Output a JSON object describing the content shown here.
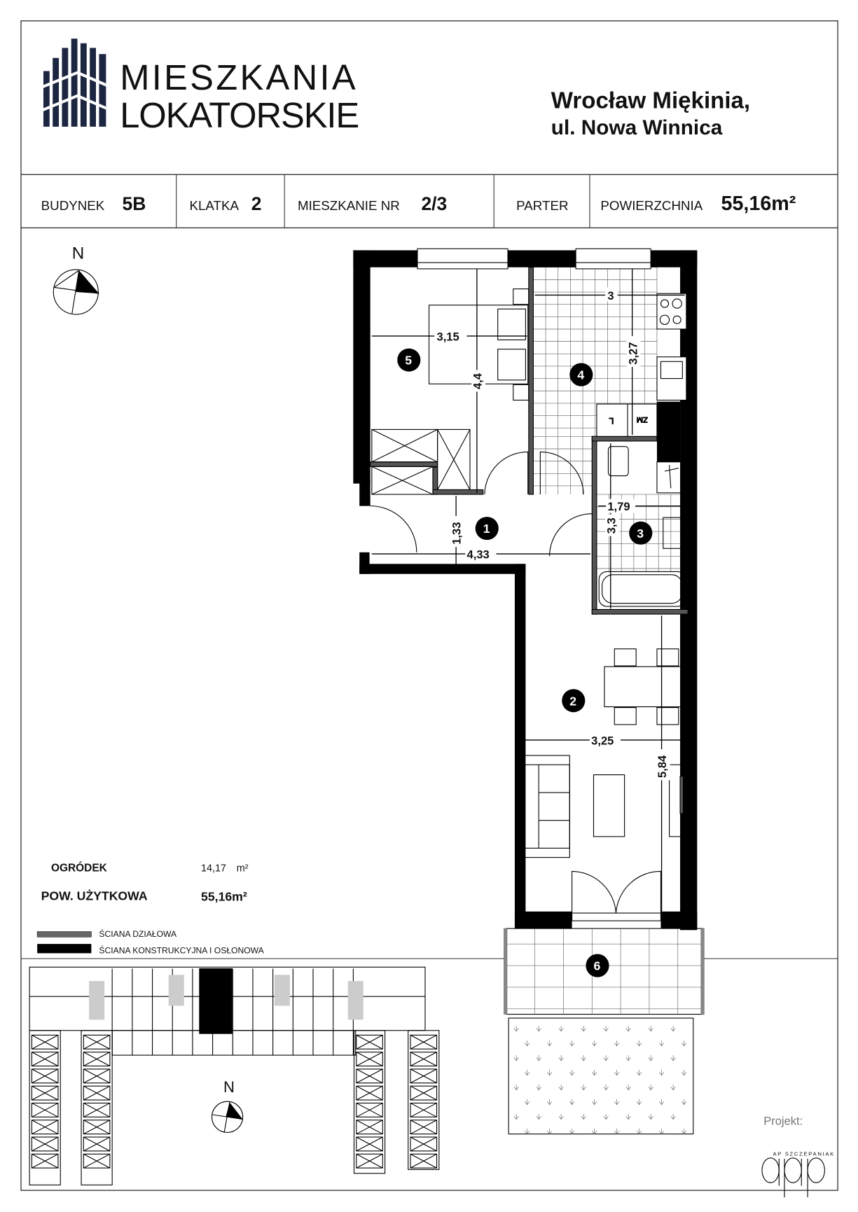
{
  "header": {
    "logo_line1": "MIESZKANIA",
    "logo_line2": "LOKATORSKIE",
    "location_line1": "Wrocław Miękinia,",
    "location_line2": "ul. Nowa Winnica"
  },
  "info": {
    "building_label": "BUDYNEK",
    "building_value": "5B",
    "stair_label": "KLATKA",
    "stair_value": "2",
    "apt_label": "MIESZKANIE NR",
    "apt_value": "2/3",
    "floor": "PARTER",
    "area_label": "POWIERZCHNIA",
    "area_value": "55,16m²"
  },
  "compass": {
    "north": "N"
  },
  "rooms": [
    "1",
    "2",
    "3",
    "4",
    "5",
    "6"
  ],
  "dimensions": {
    "d_3": "3",
    "d_315": "3,15",
    "d_44": "4,4",
    "d_327": "3,27",
    "d_179": "1,79",
    "d_33": "3,3",
    "d_133": "1,33",
    "d_433": "4,33",
    "d_325": "3,25",
    "d_584": "5,84"
  },
  "kitchen": {
    "l": "L",
    "zm": "ZM"
  },
  "summary": {
    "garden_label": "OGRÓDEK",
    "garden_value": "14,17",
    "garden_unit": "m²",
    "usable_label": "POW. UŻYTKOWA",
    "usable_value": "55,16m²"
  },
  "legend": {
    "partition": "ŚCIANA DZIAŁOWA",
    "structural": "ŚCIANA KONSTRUKCYJNA I OSŁONOWA"
  },
  "project": {
    "label": "Projekt:",
    "firm": "AP SZCZEPANIAK",
    "logo": "apa"
  },
  "colors": {
    "logo_navy": "#1c2640",
    "partition_gray": "#666666"
  }
}
